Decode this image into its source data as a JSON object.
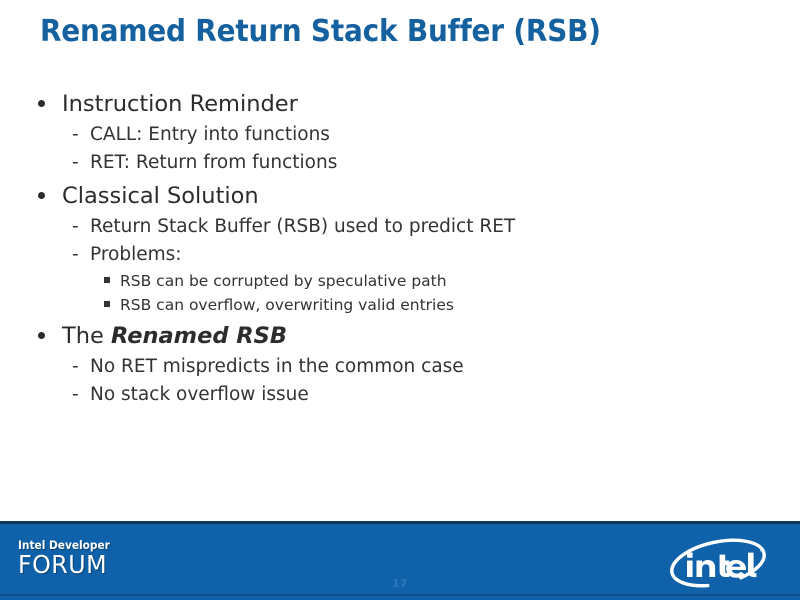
{
  "slide": {
    "title": "Renamed Return Stack Buffer (RSB)",
    "title_color": "#15619f",
    "background_color": "#ffffff",
    "body_text_color": "#2c2c2c",
    "content": [
      {
        "level": 1,
        "marker": "round-bullet",
        "text": "Instruction Reminder"
      },
      {
        "level": 2,
        "marker": "dash",
        "text": "CALL: Entry into functions"
      },
      {
        "level": 2,
        "marker": "dash",
        "text": "RET: Return from functions"
      },
      {
        "level": 1,
        "marker": "round-bullet",
        "text": "Classical Solution"
      },
      {
        "level": 2,
        "marker": "dash",
        "text": "Return Stack Buffer (RSB) used to predict RET"
      },
      {
        "level": 2,
        "marker": "dash",
        "text": "Problems:"
      },
      {
        "level": 3,
        "marker": "square-bullet",
        "text": "RSB can be corrupted by speculative path"
      },
      {
        "level": 3,
        "marker": "square-bullet",
        "text": "RSB can overflow, overwriting valid entries"
      },
      {
        "level": 1,
        "marker": "round-bullet",
        "text_plain": "The ",
        "text_emphasis": "Renamed RSB"
      },
      {
        "level": 2,
        "marker": "dash",
        "text": "No RET mispredicts in the common case"
      },
      {
        "level": 2,
        "marker": "dash",
        "text": "No stack overflow issue"
      }
    ]
  },
  "footer": {
    "bar_color": "#0f62aa",
    "rule_color": "#123a5e",
    "idf_logo_line1": "Intel Developer",
    "idf_logo_line2": "FORUM",
    "page_number": "17",
    "page_number_color": "#2f79bb",
    "intel_logo_wordmark": "intel",
    "intel_logo_trademark": "™"
  },
  "markers": {
    "dash": "-"
  }
}
